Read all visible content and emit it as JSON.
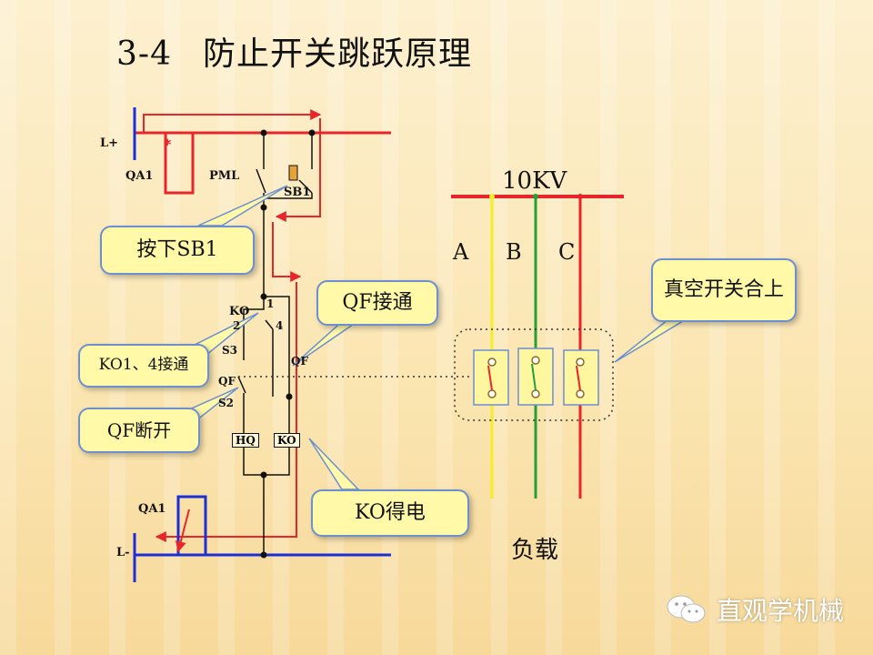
{
  "title": {
    "number": "3-4",
    "text": "防止开关跳跃原理"
  },
  "labels": {
    "l_plus": "L+",
    "qa1_top": "QA1",
    "pml": "PML",
    "sb1": "SB1",
    "ko": "KO",
    "n1": "1",
    "n2": "2",
    "n4": "4",
    "s3": "S3",
    "qf_left": "QF",
    "qf_right": "QF",
    "s2": "S2",
    "hq": "HQ",
    "ko_box": "KO",
    "qa1_bottom": "QA1",
    "l_minus": "L-"
  },
  "callouts": {
    "press_sb1": "按下SB1",
    "qf_on": "QF接通",
    "ko_contacts": "KO1、4接通",
    "qf_off": "QF断开",
    "ko_energized": "KO得电",
    "vacuum_switch": "真空开关合上"
  },
  "power": {
    "voltage": "10KV",
    "phases": [
      "A",
      "B",
      "C"
    ],
    "load": "负载"
  },
  "watermark": {
    "text": "直观学机械"
  },
  "colors": {
    "red": "#e8252a",
    "blue": "#1c2fd6",
    "yellow": "#f4ee22",
    "green": "#21a234",
    "callout_fill": "#fff9a8",
    "callout_border": "#6c8fd0"
  }
}
